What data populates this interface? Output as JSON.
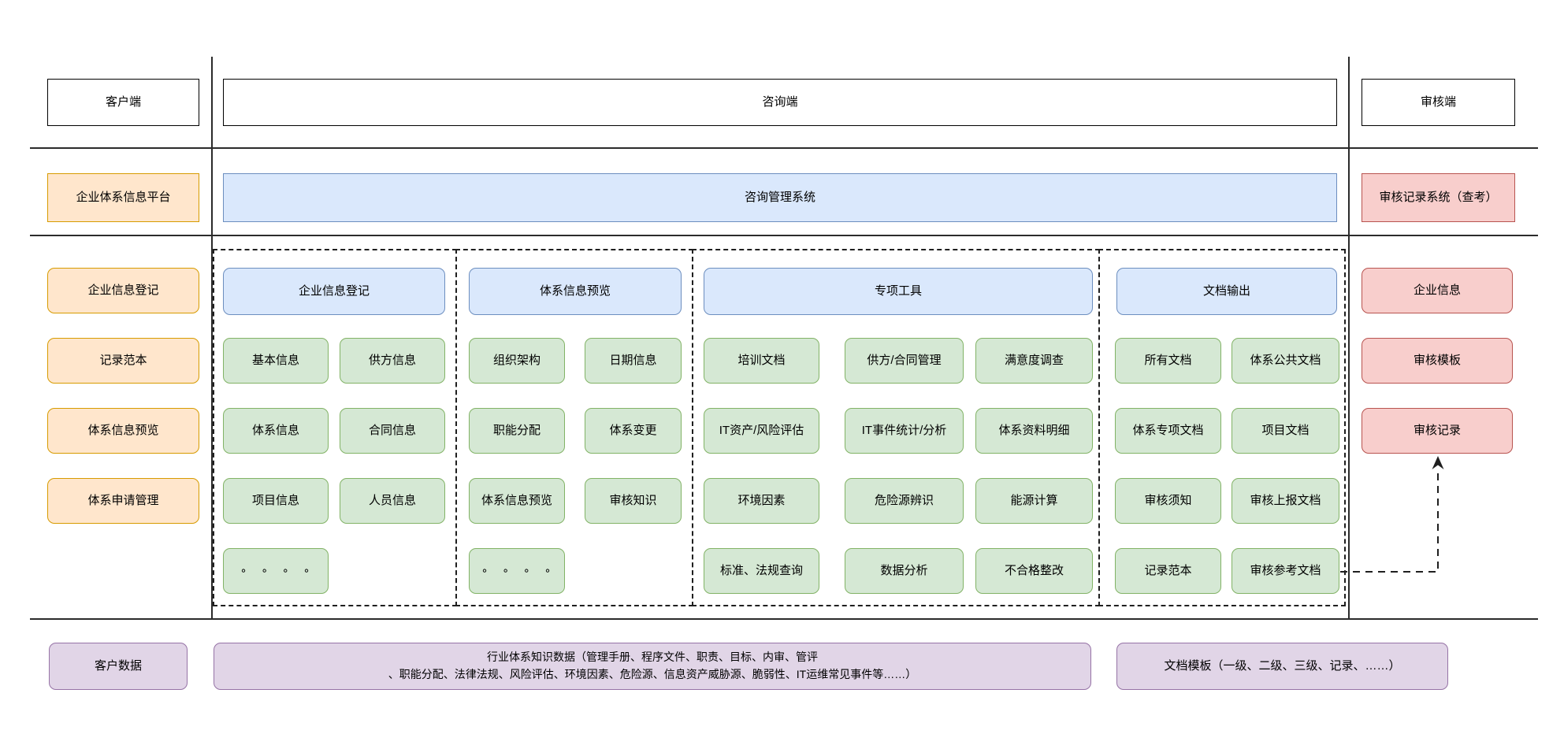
{
  "header": {
    "left": "客户端",
    "center": "咨询端",
    "right": "审核端"
  },
  "systems": {
    "left": "企业体系信息平台",
    "center": "咨询管理系统",
    "right": "审核记录系统（查考）"
  },
  "left_menu": {
    "items": [
      "企业信息登记",
      "记录范本",
      "体系信息预览",
      "体系申请管理"
    ]
  },
  "groups": [
    {
      "title": "企业信息登记",
      "items": [
        "基本信息",
        "供方信息",
        "体系信息",
        "合同信息",
        "项目信息",
        "人员信息",
        "∘ ∘ ∘ ∘"
      ]
    },
    {
      "title": "体系信息预览",
      "items": [
        "组织架构",
        "日期信息",
        "职能分配",
        "体系变更",
        "体系信息预览",
        "审核知识",
        "∘ ∘ ∘ ∘"
      ]
    },
    {
      "title": "专项工具",
      "items": [
        "培训文档",
        "供方/合同管理",
        "满意度调查",
        "IT资产/风险评估",
        "IT事件统计/分析",
        "体系资料明细",
        "环境因素",
        "危险源辨识",
        "能源计算",
        "标准、法规查询",
        "数据分析",
        "不合格整改"
      ]
    },
    {
      "title": "文档输出",
      "items": [
        "所有文档",
        "体系公共文档",
        "体系专项文档",
        "项目文档",
        "审核须知",
        "审核上报文档",
        "记录范本",
        "审核参考文档"
      ]
    }
  ],
  "right_menu": {
    "items": [
      "企业信息",
      "审核模板",
      "审核记录"
    ]
  },
  "bottom": {
    "left": "客户数据",
    "center_line1": "行业体系知识数据（管理手册、程序文件、职责、目标、内审、管评",
    "center_line2": "、职能分配、法律法规、风险评估、环境因素、危险源、信息资产威胁源、脆弱性、IT运维常见事件等……）",
    "right": "文档模板（一级、二级、三级、记录、……）"
  },
  "colors": {
    "orange_fill": "#FFE6CC",
    "orange_stroke": "#D79B00",
    "blue_fill": "#DAE8FC",
    "blue_stroke": "#6C8EBF",
    "green_fill": "#D5E8D4",
    "green_stroke": "#82B366",
    "red_fill": "#F8CECC",
    "red_stroke": "#B85450",
    "purple_fill": "#E1D5E7",
    "purple_stroke": "#9673A6",
    "line": "#2B2B2B"
  }
}
